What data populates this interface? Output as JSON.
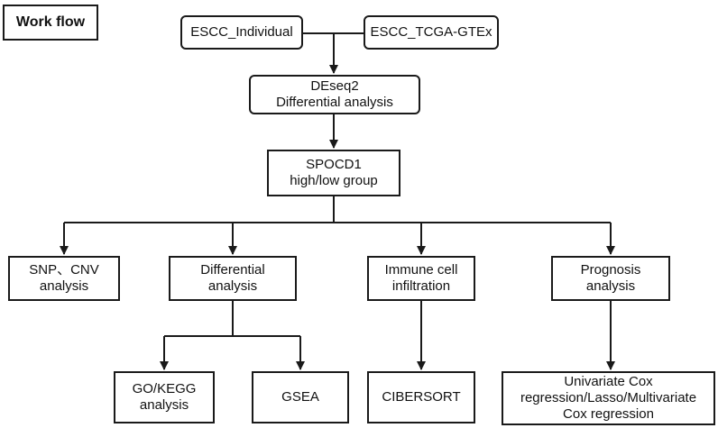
{
  "diagram": {
    "title": "Work flow",
    "nodes": {
      "escc_individual": [
        "ESCC_Individual"
      ],
      "escc_tcga_gtex": [
        "ESCC_TCGA-GTEx"
      ],
      "deseq2": [
        "DEseq2",
        "Differential analysis"
      ],
      "spocd1": [
        "SPOCD1",
        "high/low group"
      ],
      "snp_cnv": [
        "SNP、CNV",
        "analysis"
      ],
      "differential": [
        "Differential",
        "analysis"
      ],
      "immune": [
        "Immune cell",
        "infiltration"
      ],
      "prognosis": [
        "Prognosis",
        "analysis"
      ],
      "go_kegg": [
        "GO/KEGG",
        "analysis"
      ],
      "gsea": [
        "GSEA"
      ],
      "cibersort": [
        "CIBERSORT"
      ],
      "cox": [
        "Univariate Cox",
        "regression/Lasso/Multivariate",
        "Cox regression"
      ]
    },
    "edges": [
      [
        "escc_individual",
        "deseq2"
      ],
      [
        "escc_tcga_gtex",
        "deseq2"
      ],
      [
        "deseq2",
        "spocd1"
      ],
      [
        "spocd1",
        "snp_cnv"
      ],
      [
        "spocd1",
        "differential"
      ],
      [
        "spocd1",
        "immune"
      ],
      [
        "spocd1",
        "prognosis"
      ],
      [
        "differential",
        "go_kegg"
      ],
      [
        "differential",
        "gsea"
      ],
      [
        "immune",
        "cibersort"
      ],
      [
        "prognosis",
        "cox"
      ]
    ]
  }
}
